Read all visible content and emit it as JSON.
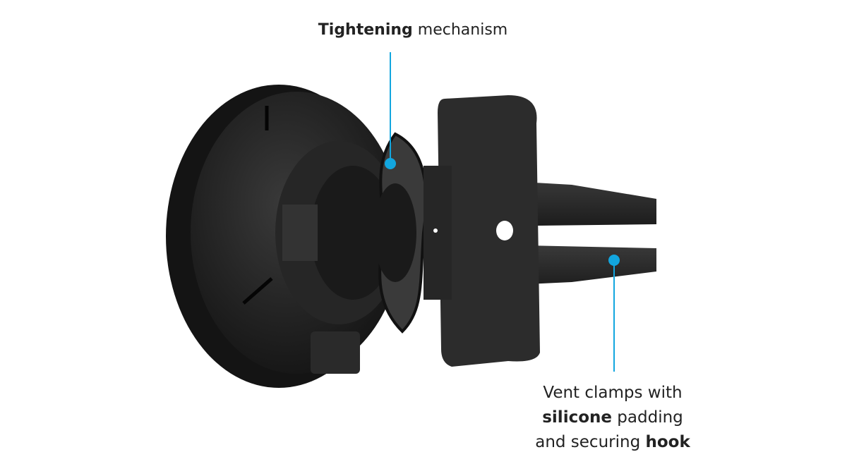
{
  "callouts": {
    "tightening": {
      "bold": "Tightening",
      "rest": " mechanism"
    },
    "clamps": {
      "line1": "Vent clamps with",
      "line2_bold": "silicone",
      "line2_rest": " padding",
      "line3_rest": "and securing ",
      "line3_bold": "hook"
    }
  },
  "colors": {
    "accent": "#12a6df",
    "product": "#1e1e1e",
    "text": "#222222"
  }
}
